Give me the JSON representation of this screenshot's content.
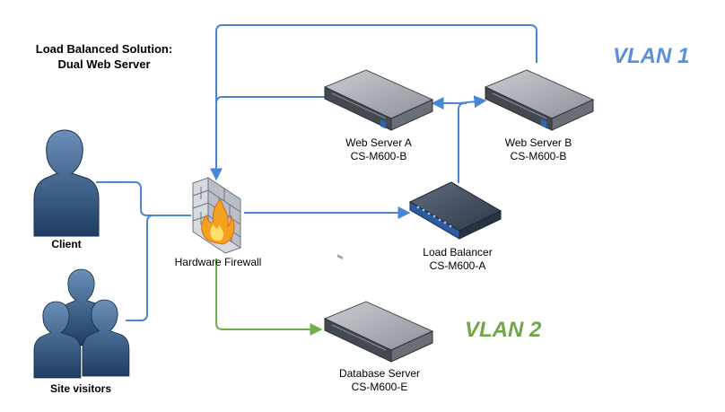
{
  "title": {
    "line1": "Load Balanced Solution:",
    "line2": "Dual Web Server"
  },
  "vlans": [
    {
      "label": "VLAN 1",
      "color": "#5B8FD9"
    },
    {
      "label": "VLAN 2",
      "color": "#73A54A"
    }
  ],
  "nodes": {
    "client": {
      "label": "Client"
    },
    "visitors": {
      "label": "Site visitors"
    },
    "firewall": {
      "label": "Hardware Firewall"
    },
    "web_a": {
      "line1": "Web Server A",
      "line2": "CS-M600-B"
    },
    "web_b": {
      "line1": "Web Server B",
      "line2": "CS-M600-B"
    },
    "lb": {
      "line1": "Load Balancer",
      "line2": "CS-M600-A"
    },
    "db": {
      "line1": "Database Server",
      "line2": "CS-M600-E"
    }
  },
  "colors": {
    "link_blue": "#4A86D8",
    "link_green": "#6FAF4E",
    "server_dark": "#3b3e45"
  }
}
